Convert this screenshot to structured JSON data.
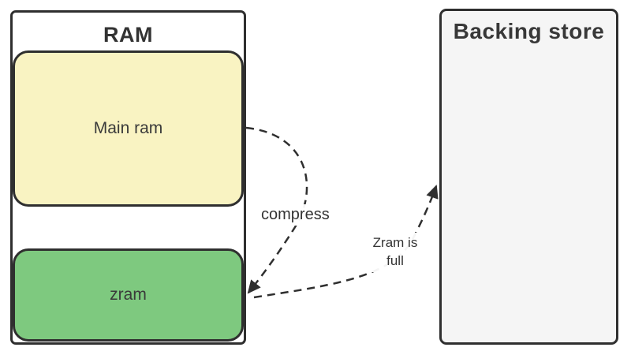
{
  "diagram": {
    "ram_group": {
      "title": "RAM",
      "nodes": {
        "main_ram": {
          "label": "Main ram",
          "fill": "#F9F3C2"
        },
        "zram": {
          "label": "zram",
          "fill": "#7EC97F"
        }
      }
    },
    "backing_store": {
      "title": "Backing store",
      "fill": "#F5F5F5"
    },
    "edges": {
      "compress": {
        "label": "compress",
        "from": "Main ram",
        "to": "zram",
        "style": "dashed"
      },
      "zram_full": {
        "label": "Zram is full",
        "from": "zram",
        "to": "Backing store",
        "style": "dashed"
      }
    },
    "colors": {
      "border": "#2F2F2F",
      "arrow": "#2F2F2F",
      "text": "#333333",
      "background": "#FFFFFF",
      "main_ram_fill": "#F9F3C2",
      "zram_fill": "#7EC97F",
      "backing_store_fill": "#F5F5F5"
    }
  }
}
